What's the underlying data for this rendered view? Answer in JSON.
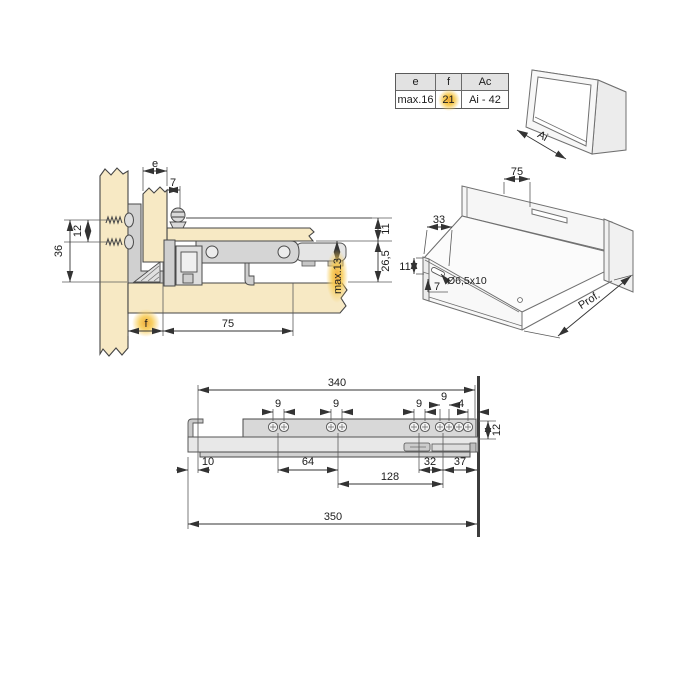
{
  "colors": {
    "wood": "#f7e9c4",
    "metal": "#d5d5d5",
    "line": "#4a4a4a",
    "highlight": "#f7cb54",
    "table_header_bg": "#e2e2e2"
  },
  "spec_table": {
    "headers": [
      "e",
      "f",
      "Ac"
    ],
    "values": [
      "max.16",
      "21",
      "Ai - 42"
    ]
  },
  "cabinet_cube": {
    "width_label": "Ai"
  },
  "cross_section": {
    "front_gap": "e",
    "screw_offset": "7",
    "screw_spacing": "12",
    "bracket_height": "36",
    "top_clearance": "11",
    "side_height": "26,5",
    "max_drop": "max.13",
    "front_thickness": "f",
    "depth_75": "75"
  },
  "drawer_3d": {
    "back_notch_offset": "75",
    "slot_offset": "33",
    "front_height": "11",
    "slot_size": "Ø6,5x10",
    "slot_bottom": "7",
    "depth_label": "Prof."
  },
  "slide_view": {
    "length_340": "340",
    "length_350": "350",
    "pitch_9": "9",
    "end_4": "4",
    "height_12": "12",
    "front_10": "10",
    "span_64": "64",
    "span_128": "128",
    "span_32": "32",
    "span_37": "37"
  }
}
